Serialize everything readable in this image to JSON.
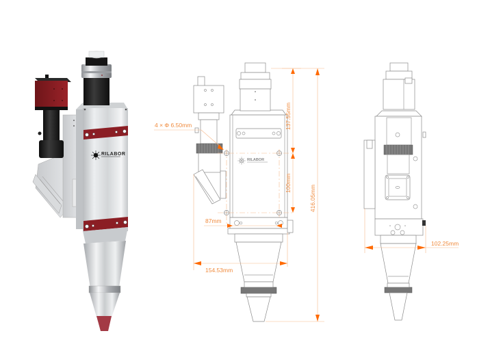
{
  "product": {
    "brand": "RILABOR",
    "render_view": "3d-render",
    "colors": {
      "accent_red": "#8b1e24",
      "body_silver": "#d4d6d8",
      "camera_black": "#1a1a1a",
      "dimension_orange": "#f08a3c",
      "arrow_orange": "#ff6a00",
      "line_gray": "#9a9a9a"
    }
  },
  "front_view": {
    "brand": "RILABOR",
    "dimensions": {
      "hole_spec": "4 × Φ 6.50mm",
      "upper_height": "137.55mm",
      "hole_spacing_vertical": "100mm",
      "hole_spacing_horizontal": "87mm",
      "total_height": "416.05mm",
      "width": "154.53mm"
    }
  },
  "side_view": {
    "dimensions": {
      "depth": "102.25mm"
    }
  }
}
